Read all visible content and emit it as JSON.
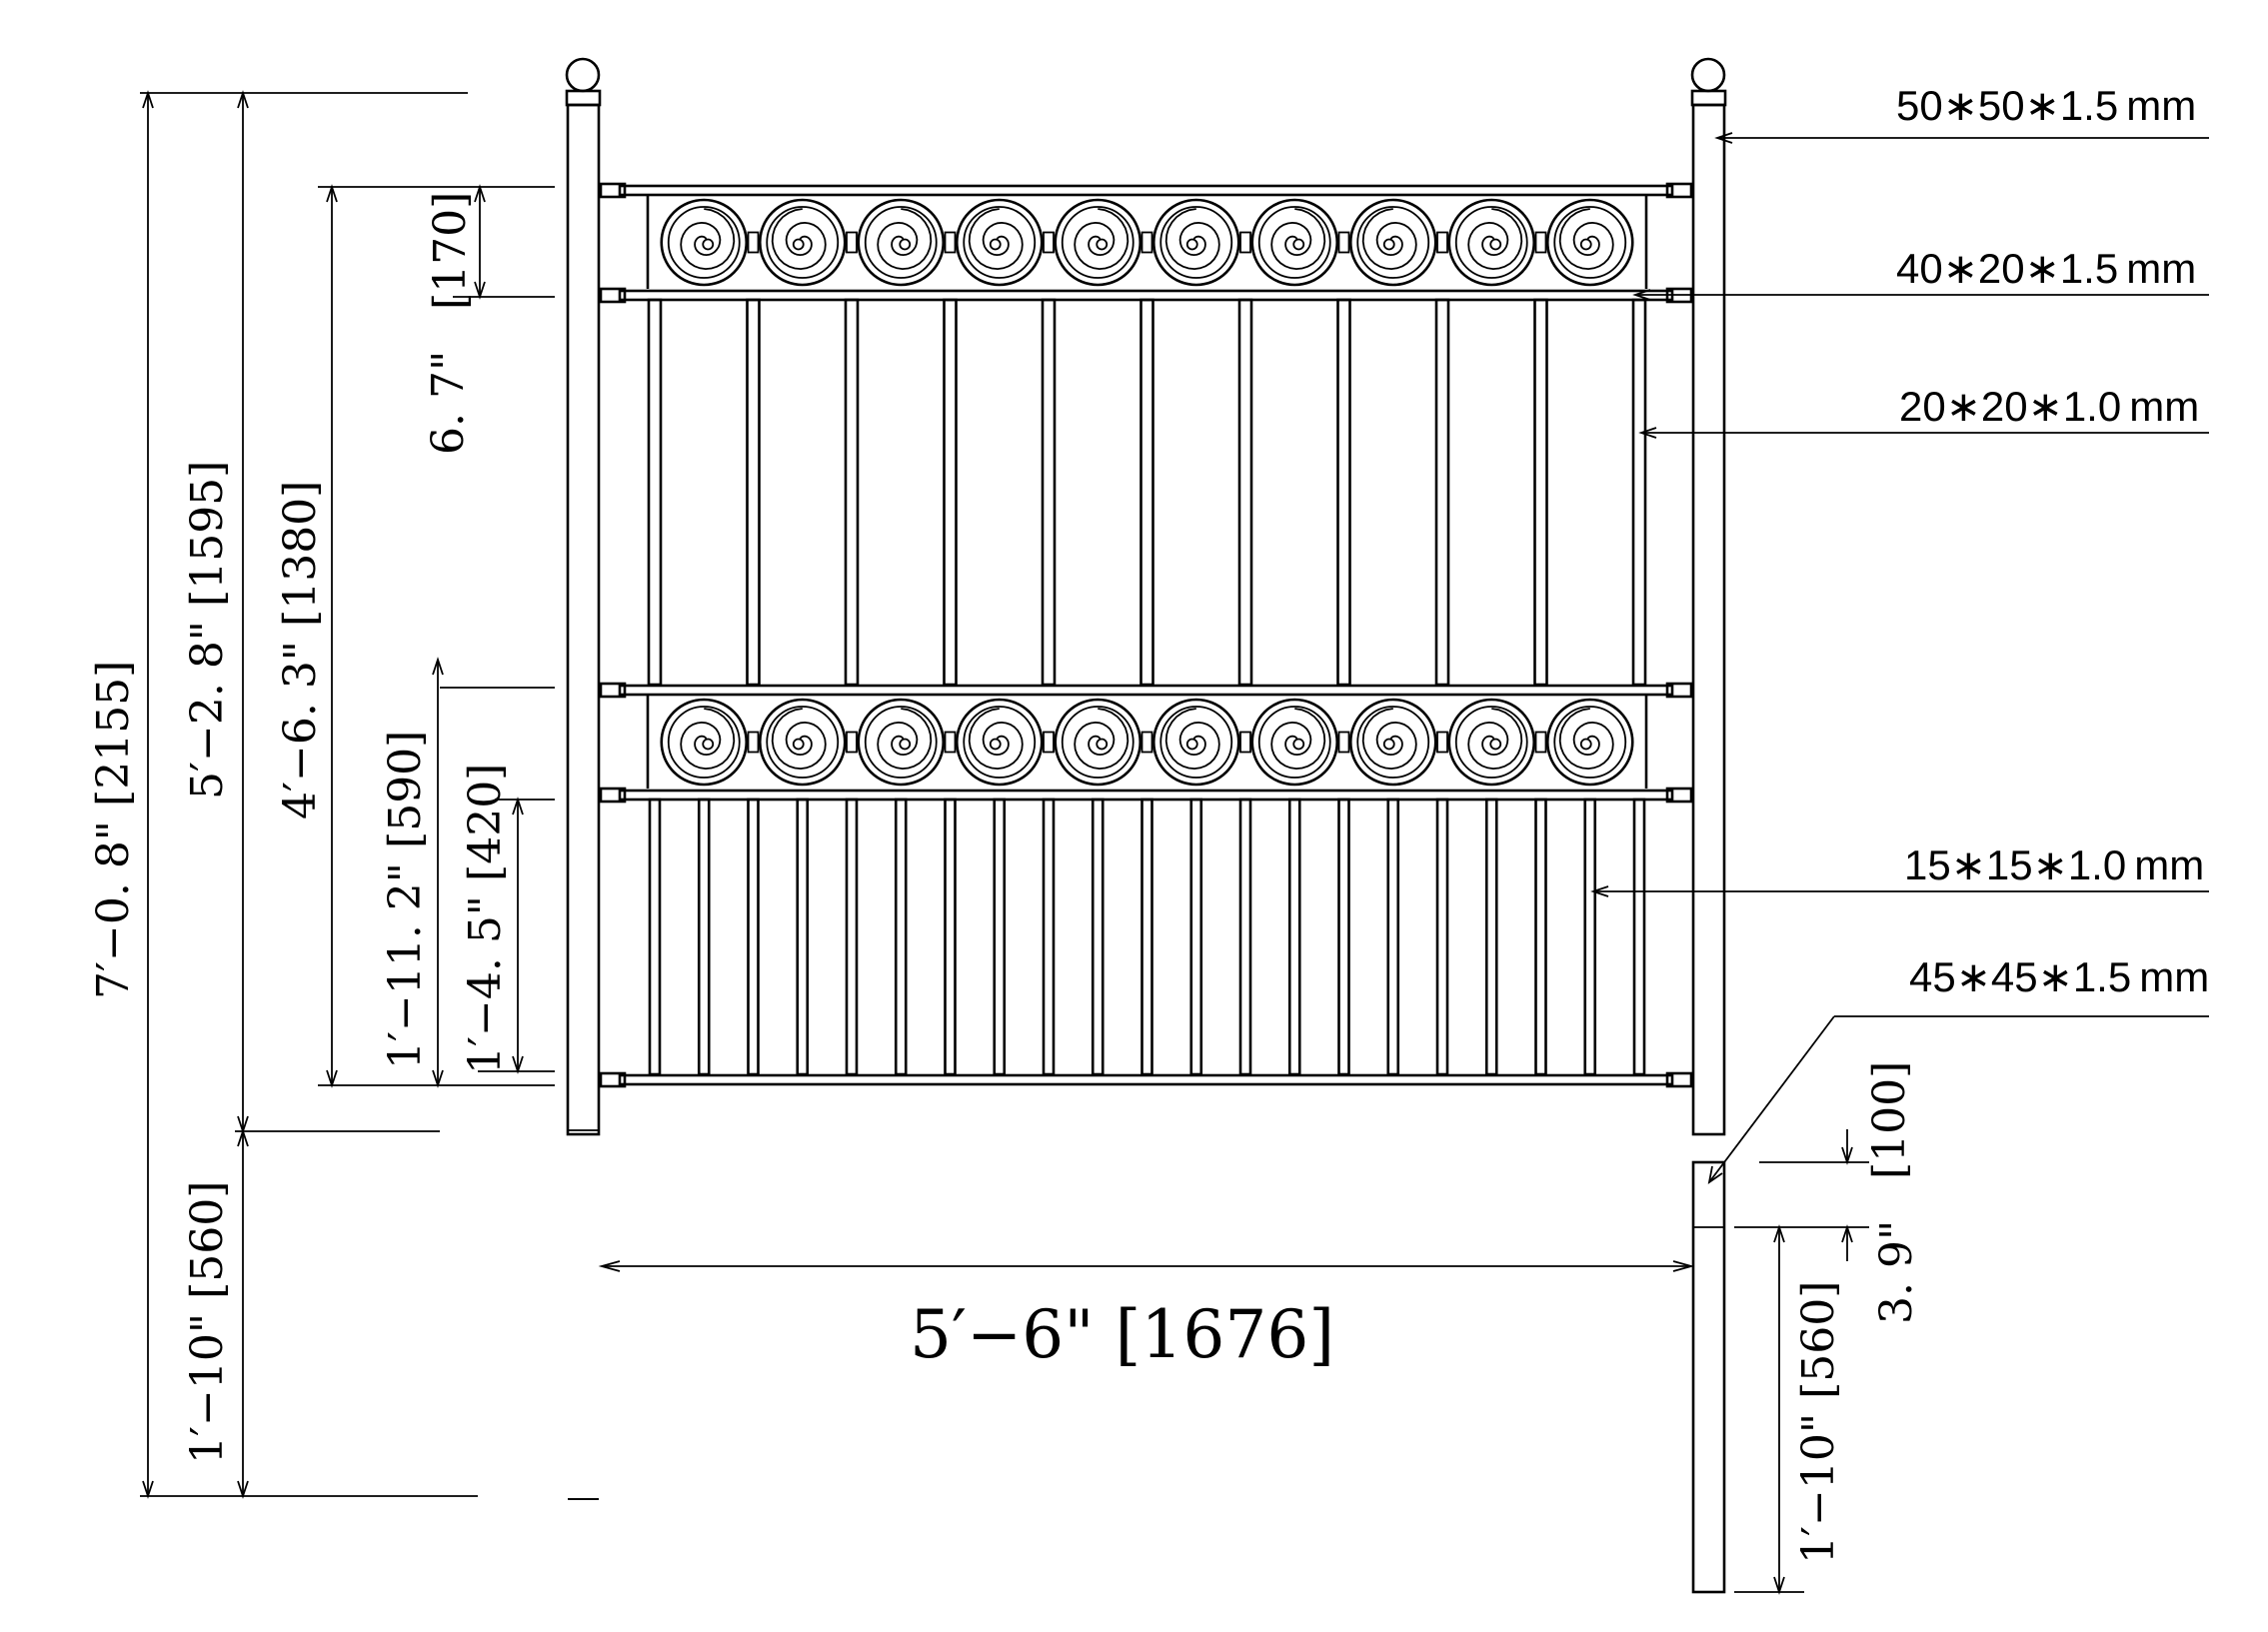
{
  "width_dims": {
    "overall": "5′−6\"  [1676]"
  },
  "height_dims": {
    "total": "7′−0. 8\"  [2155]",
    "above_ground": "5′−2. 8\"  [1595]",
    "panel_height": "4′−6. 3\"  [1380]",
    "post_buried": "1′−10\"  [560]",
    "top_band_inches": "6. 7\"",
    "top_band_mm": "[170]",
    "lower_section": "1′−11. 2\"  [590]",
    "lower_pickets": "1′−4. 5\"  [420]"
  },
  "gate_post_dims": {
    "embed": "1′−10\"  [560]",
    "gap_inches": "3. 9\"",
    "gap_mm": "[100]"
  },
  "specs": [
    {
      "label": "50∗50∗1.5",
      "unit": "mm",
      "part": "post"
    },
    {
      "label": "40∗20∗1.5",
      "unit": "mm",
      "part": "rail"
    },
    {
      "label": "20∗20∗1.0",
      "unit": "mm",
      "part": "upper-picket"
    },
    {
      "label": "15∗15∗1.0",
      "unit": "mm",
      "part": "lower-picket"
    },
    {
      "label": "45∗45∗1.5",
      "unit": "mm",
      "part": "gate-post"
    }
  ],
  "panel": {
    "scrolls_per_band": 10,
    "upper_pickets": 11,
    "lower_pickets": 21,
    "line_color": "#000000",
    "background": "#ffffff"
  }
}
